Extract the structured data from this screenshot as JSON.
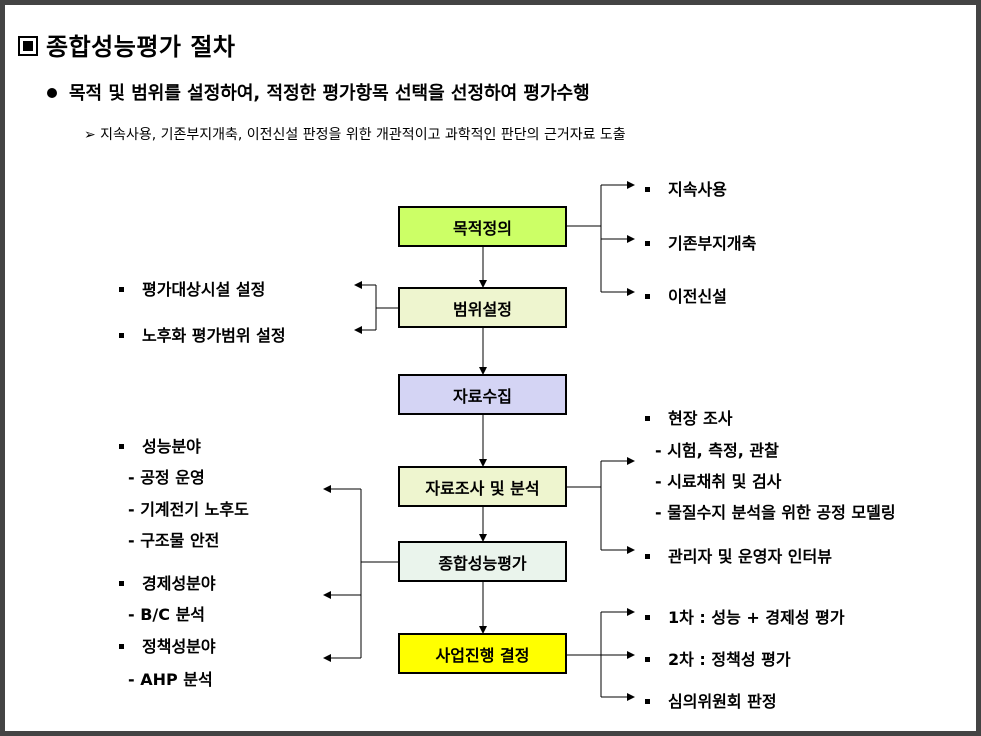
{
  "title": "종합성능평가 절차",
  "bullet1": "목적 및 범위를 설정하여, 적정한 평가항목 선택을 선정하여 평가수행",
  "bullet2": "➢ 지속사용, 기존부지개축, 이전신설 판정을 위한 개관적이고 과학적인 판단의 근거자료 도출",
  "steps": [
    {
      "label": "목적정의",
      "color": "#ccff66"
    },
    {
      "label": "범위설정",
      "color": "#eef5cf"
    },
    {
      "label": "자료수집",
      "color": "#d4d4f4"
    },
    {
      "label": "자료조사 및 분석",
      "color": "#eef5cf"
    },
    {
      "label": "종합성능평가",
      "color": "#eaf4ec"
    },
    {
      "label": "사업진행 결정",
      "color": "#ffff00"
    }
  ],
  "purpose_items": [
    "지속사용",
    "기존부지개축",
    "이전신설"
  ],
  "scope_items": [
    "평가대상시설 설정",
    "노후화 평가범위 설정"
  ],
  "survey": {
    "site": "현장 조사",
    "subs": [
      "- 시험, 측정, 관찰",
      "- 시료채취 및 검사",
      "- 물질수지 분석을 위한 공정 모델링"
    ],
    "interview": "관리자 및 운영자 인터뷰"
  },
  "evaluation": {
    "performance": "성능분야",
    "performance_subs": [
      "- 공정 운영",
      "- 기계전기 노후도",
      "- 구조물 안전"
    ],
    "economic": "경제성분야",
    "economic_sub": "- B/C 분석",
    "policy": "정책성분야",
    "policy_sub": "- AHP 분석"
  },
  "decision_items": [
    "1차 : 성능 + 경제성 평가",
    "2차 : 정책성 평가",
    "심의위원회 판정"
  ]
}
